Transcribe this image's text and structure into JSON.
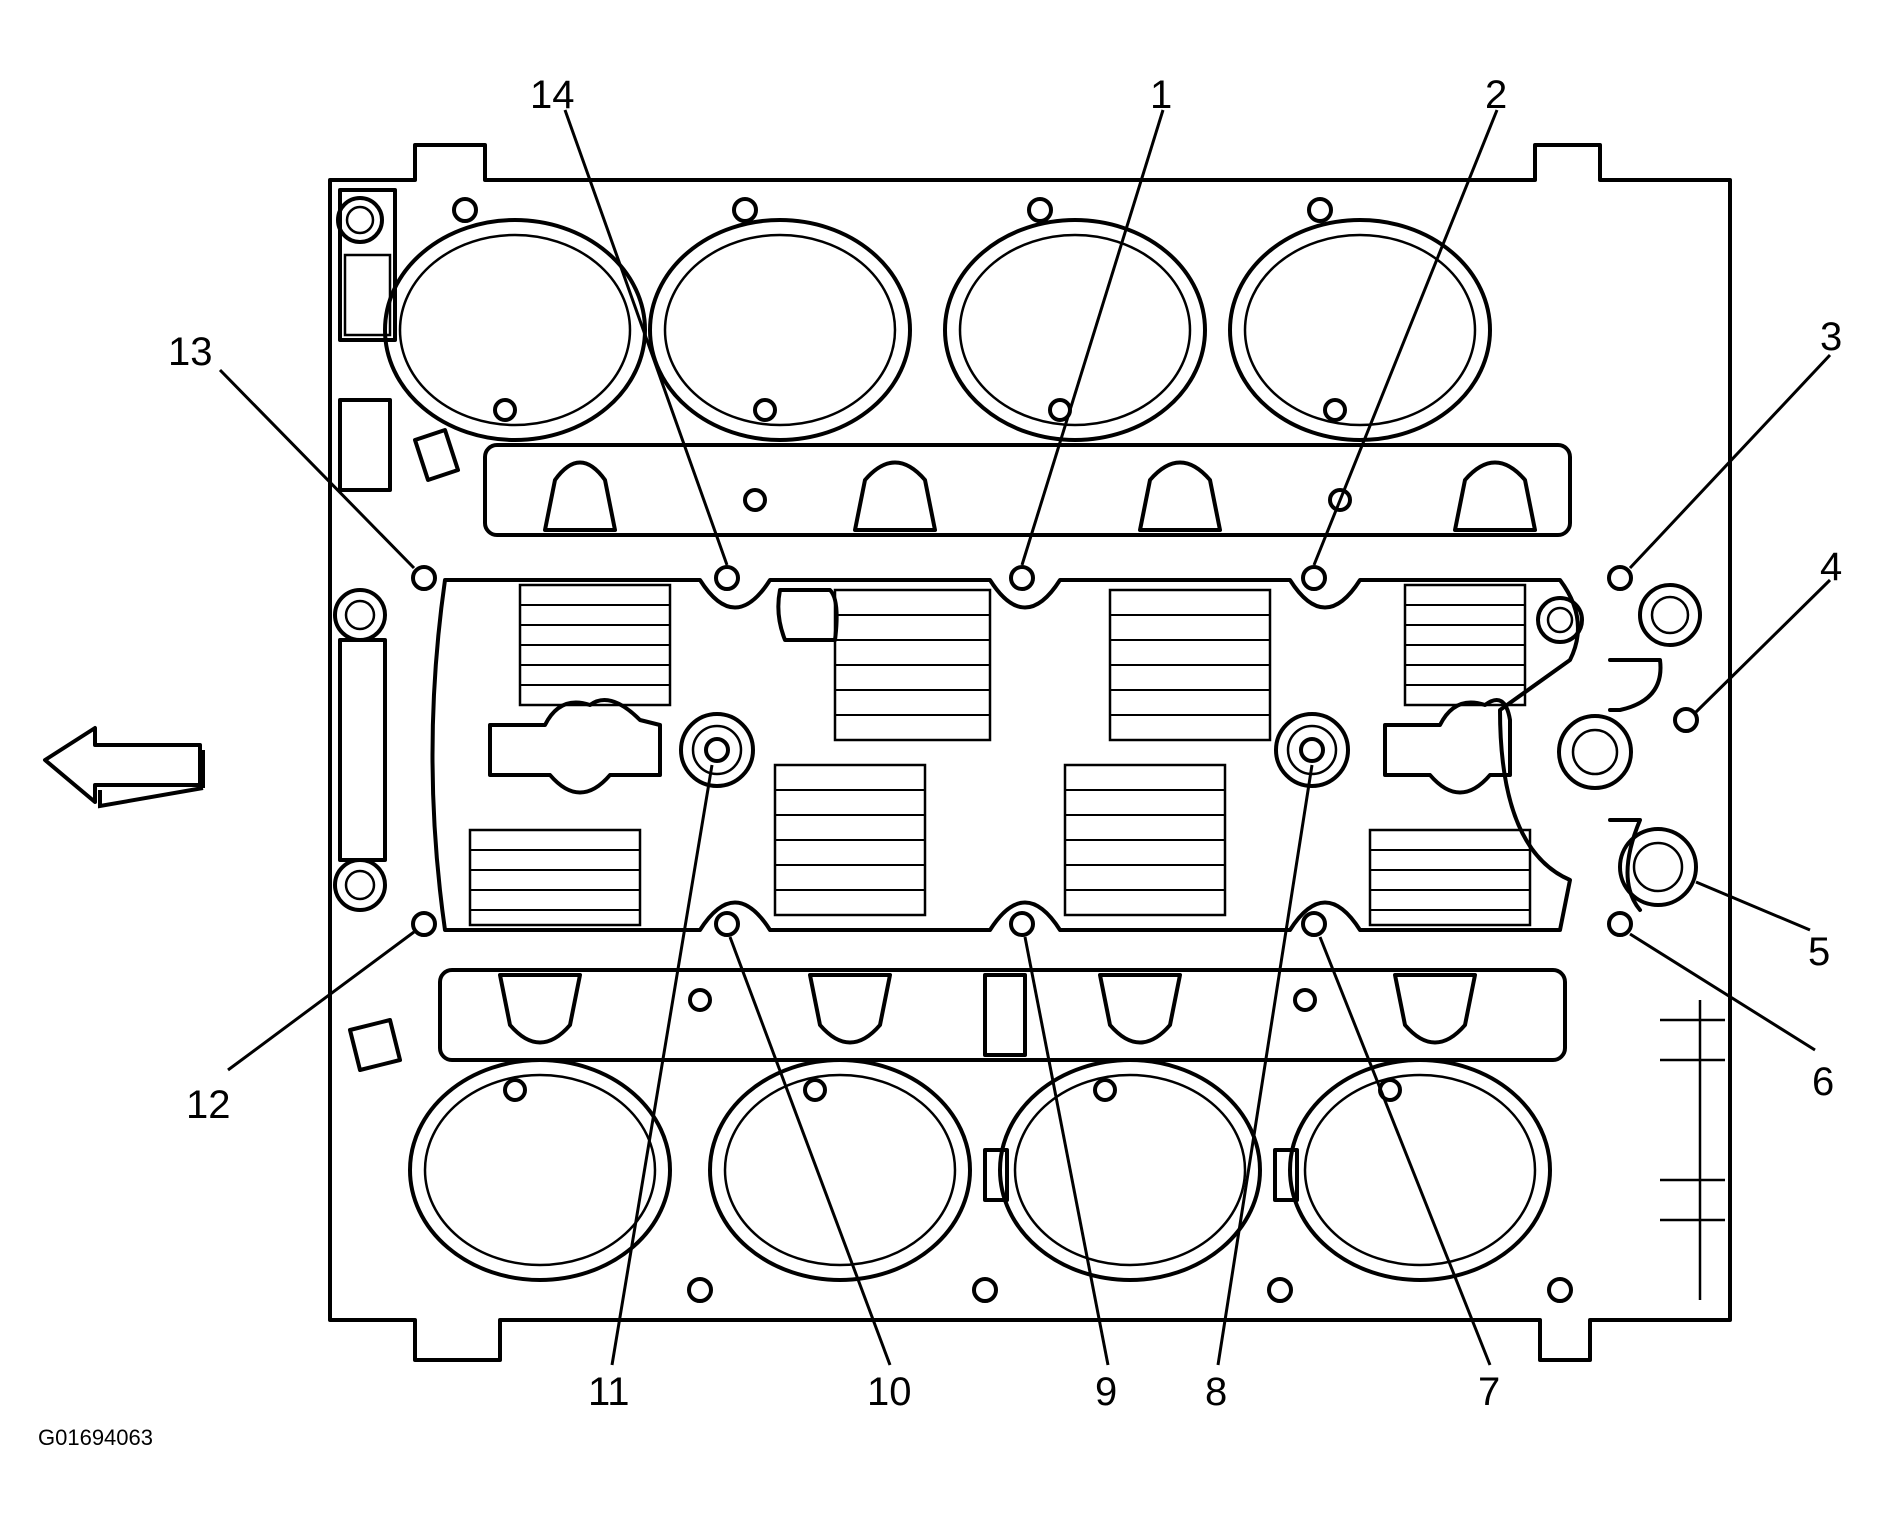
{
  "figure_id": "G01694063",
  "callouts": [
    {
      "id": "1",
      "label": "1"
    },
    {
      "id": "2",
      "label": "2"
    },
    {
      "id": "3",
      "label": "3"
    },
    {
      "id": "4",
      "label": "4"
    },
    {
      "id": "5",
      "label": "5"
    },
    {
      "id": "6",
      "label": "6"
    },
    {
      "id": "7",
      "label": "7"
    },
    {
      "id": "8",
      "label": "8"
    },
    {
      "id": "9",
      "label": "9"
    },
    {
      "id": "10",
      "label": "10"
    },
    {
      "id": "11",
      "label": "11"
    },
    {
      "id": "12",
      "label": "12"
    },
    {
      "id": "13",
      "label": "13"
    },
    {
      "id": "14",
      "label": "14"
    }
  ],
  "direction_arrow": "arrow-left-icon"
}
